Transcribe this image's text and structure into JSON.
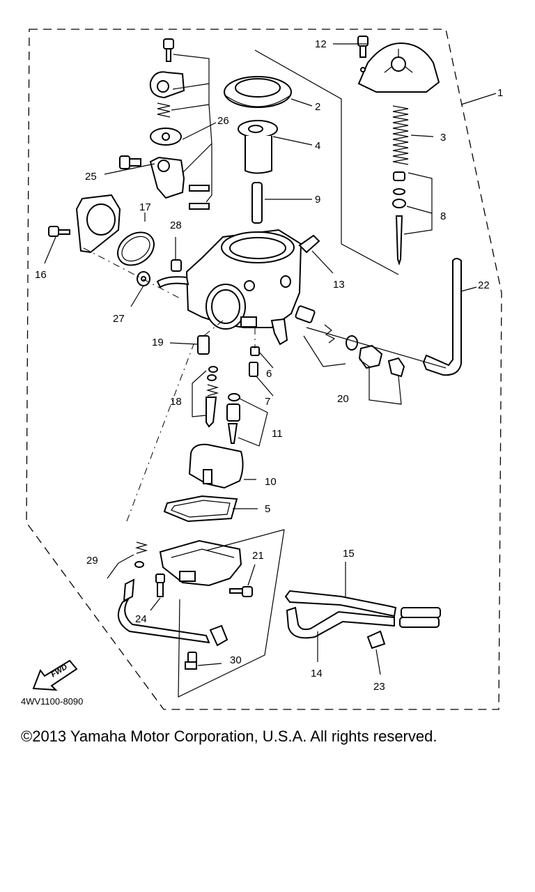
{
  "diagram": {
    "drawing_code": "4WV1100-8090",
    "fwd_label": "FWD",
    "callouts": [
      {
        "id": "1",
        "label": "1"
      },
      {
        "id": "2",
        "label": "2"
      },
      {
        "id": "3",
        "label": "3"
      },
      {
        "id": "4",
        "label": "4"
      },
      {
        "id": "5",
        "label": "5"
      },
      {
        "id": "6",
        "label": "6"
      },
      {
        "id": "7",
        "label": "7"
      },
      {
        "id": "8",
        "label": "8"
      },
      {
        "id": "9",
        "label": "9"
      },
      {
        "id": "10",
        "label": "10"
      },
      {
        "id": "11",
        "label": "11"
      },
      {
        "id": "12",
        "label": "12"
      },
      {
        "id": "13",
        "label": "13"
      },
      {
        "id": "14",
        "label": "14"
      },
      {
        "id": "15",
        "label": "15"
      },
      {
        "id": "16",
        "label": "16"
      },
      {
        "id": "17",
        "label": "17"
      },
      {
        "id": "18",
        "label": "18"
      },
      {
        "id": "19",
        "label": "19"
      },
      {
        "id": "20",
        "label": "20"
      },
      {
        "id": "21",
        "label": "21"
      },
      {
        "id": "22",
        "label": "22"
      },
      {
        "id": "23",
        "label": "23"
      },
      {
        "id": "24",
        "label": "24"
      },
      {
        "id": "25",
        "label": "25"
      },
      {
        "id": "26",
        "label": "26"
      },
      {
        "id": "27",
        "label": "27"
      },
      {
        "id": "28",
        "label": "28"
      },
      {
        "id": "29",
        "label": "29"
      },
      {
        "id": "30",
        "label": "30"
      }
    ]
  },
  "footer": {
    "copyright": "©2013 Yamaha Motor Corporation, U.S.A. All rights reserved."
  }
}
